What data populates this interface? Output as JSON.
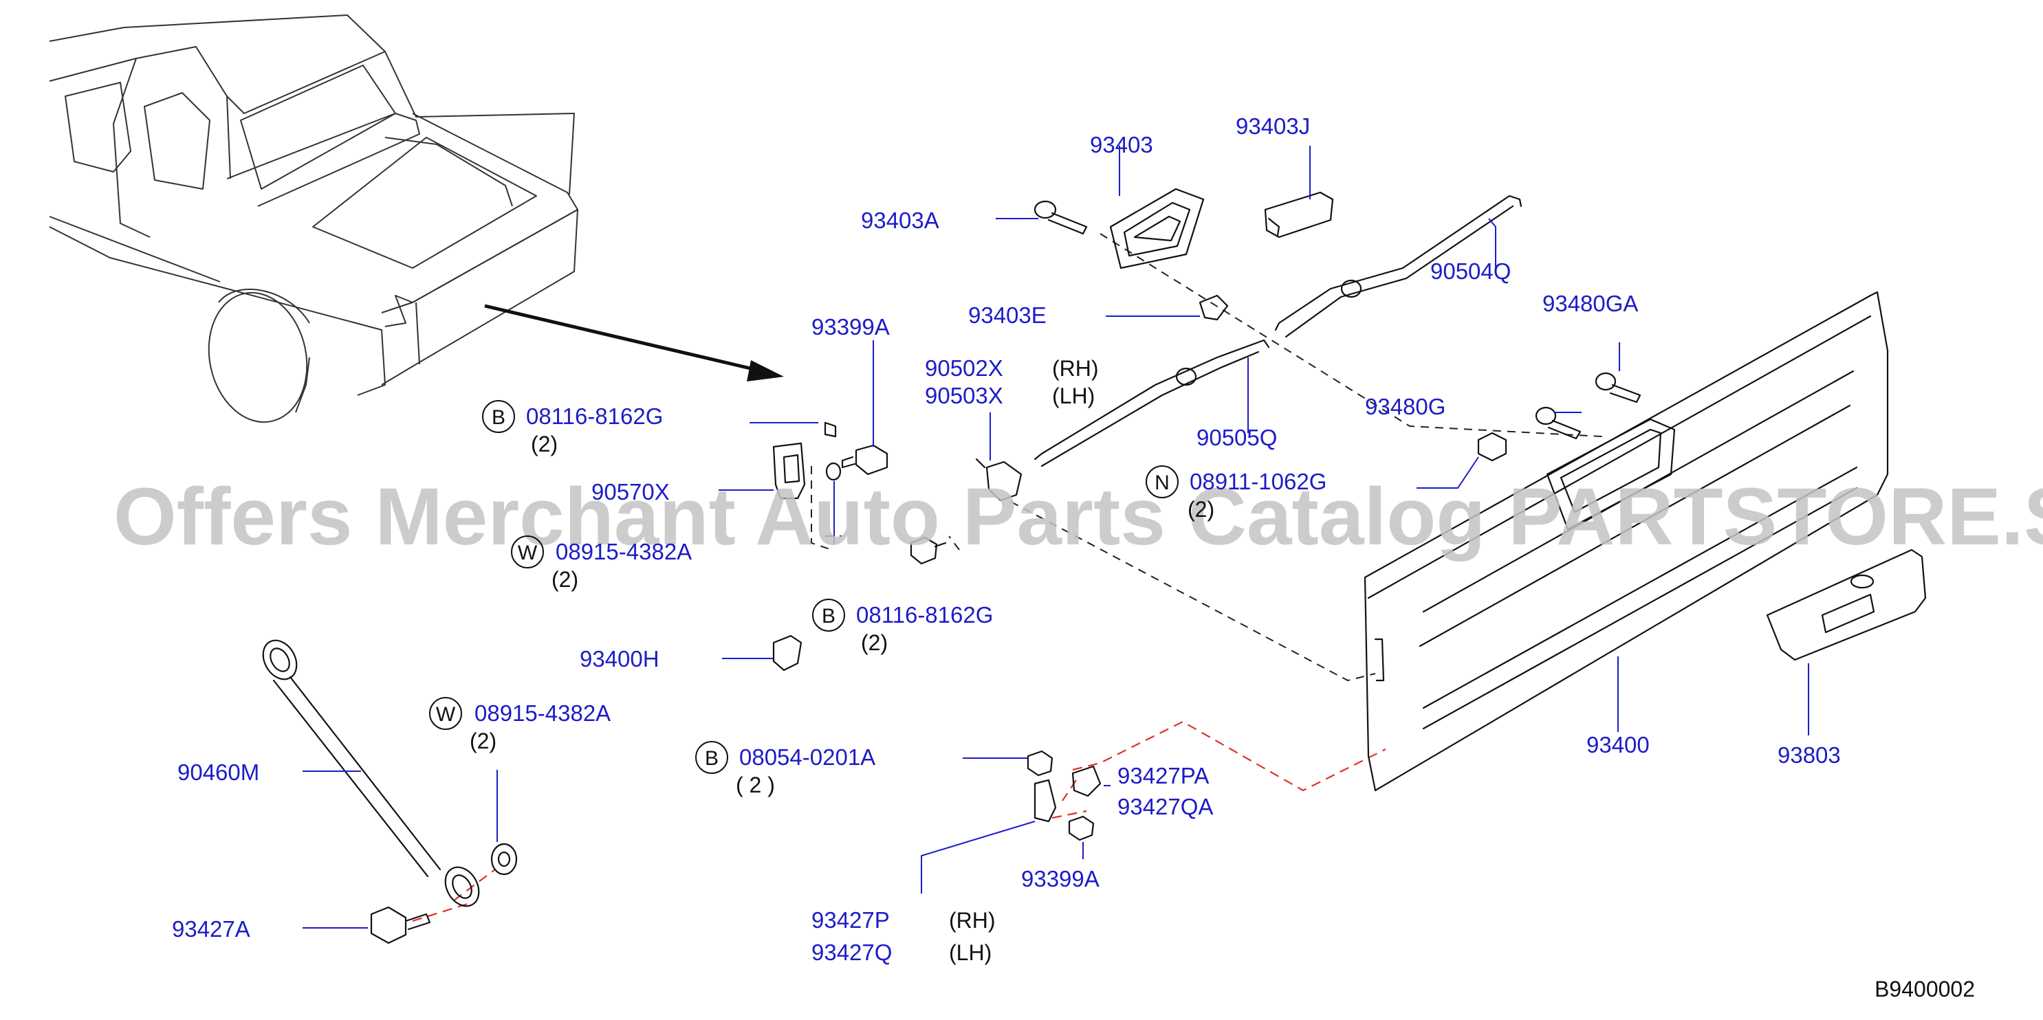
{
  "diagram_id": "B9400002",
  "watermark": "Offers Merchant Auto Parts Catalog PARTSTORE.SA",
  "callouts": {
    "p93403": "93403",
    "p93403J": "93403J",
    "p93403A": "93403A",
    "p90504Q": "90504Q",
    "p93403E": "93403E",
    "p93480GA": "93480GA",
    "p93399A_top": "93399A",
    "p90502X": "90502X",
    "p90503X": "90503X",
    "rh_top": "(RH)",
    "lh_top": "(LH)",
    "p93480G": "93480G",
    "p90505Q": "90505Q",
    "p08116_a": "08116-8162G",
    "qty_08116_a": "(2)",
    "p90570X": "90570X",
    "p08911": "08911-1062G",
    "qty_08911": "(2)",
    "p08915_a": "08915-4382A",
    "qty_08915_a": "(2)",
    "p08116_b": "08116-8162G",
    "qty_08116_b": "(2)",
    "p93400H": "93400H",
    "p08915_b": "08915-4382A",
    "qty_08915_b": "(2)",
    "p90460M": "90460M",
    "p08054": "08054-0201A",
    "qty_08054": "( 2 )",
    "p93427PA": "93427PA",
    "p93427QA": "93427QA",
    "p93400": "93400",
    "p93803": "93803",
    "p93399A_bottom": "93399A",
    "p93427A": "93427A",
    "p93427P": "93427P",
    "p93427Q": "93427Q",
    "rh_bottom": "(RH)",
    "lh_bottom": "(LH)"
  },
  "circle_letters": {
    "b1": "B",
    "n1": "N",
    "w1": "W",
    "b2": "B",
    "w2": "W",
    "b3": "B"
  },
  "icons": [
    "truck-illustration",
    "tailgate-panel",
    "tailgate-finisher",
    "bolt",
    "clip",
    "washer",
    "support-strap",
    "rod",
    "hinge-bracket",
    "arrow"
  ],
  "colors": {
    "part_number_text": "#1c1cc8",
    "leader_line": "#1c1cc8",
    "red_dashed_line": "#e0302a",
    "outline": "#111111",
    "watermark": "#c4c4c4",
    "background": "#ffffff"
  }
}
